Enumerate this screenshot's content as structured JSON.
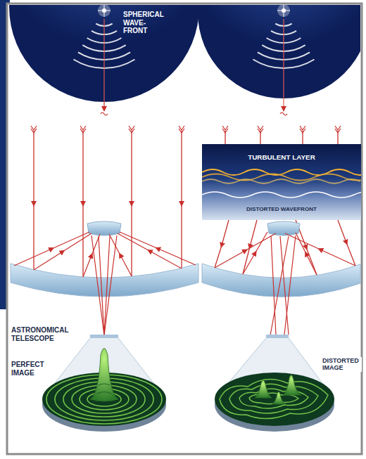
{
  "diagram": {
    "nodes": [
      {
        "text": [
          "SPHERICAL WAVE-FRONT"
        ]
      },
      {
        "text": [
          "TURBULENT LAYER",
          "DISTORTED WAVEFRONT"
        ]
      }
    ],
    "labels": [
      "ASTRONOMICAL TELESCOPE",
      "PERFECT IMAGE",
      "DISTORTED IMAGE"
    ]
  }
}
